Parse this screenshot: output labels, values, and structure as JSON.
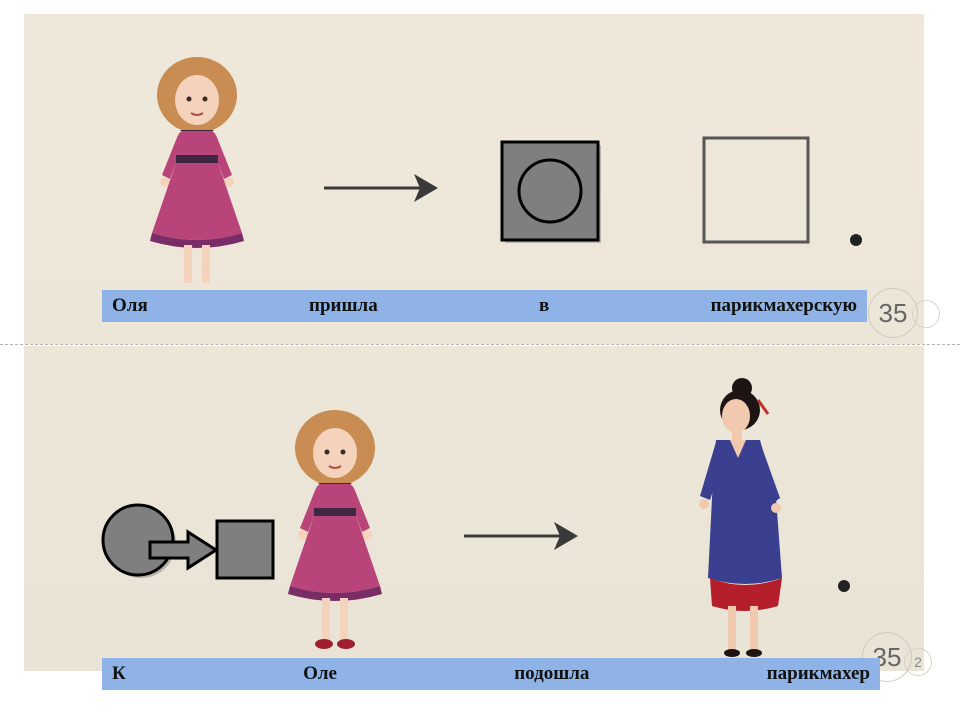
{
  "top_sentence": {
    "words": [
      "Оля",
      "пришла",
      "в",
      "парикмахерскую"
    ]
  },
  "bottom_sentence": {
    "words": [
      "К",
      "Оле",
      "подошла",
      "парикмахер"
    ]
  },
  "page": {
    "number": "35",
    "number_partial": "2"
  },
  "colors": {
    "caption_bar": "#8fb3e6",
    "symbol_fill": "#7f7f7f",
    "dress": "#b8447a",
    "uniform": "#3b3f8f"
  },
  "icons": {
    "girl": "girl-figure-icon",
    "hairdresser": "hairdresser-figure-icon",
    "arrow": "right-arrow-icon",
    "place": "circle-in-square-icon",
    "empty_box": "empty-square-icon",
    "approach": "circle-to-square-arrow-icon",
    "period": "period-dot-icon"
  }
}
